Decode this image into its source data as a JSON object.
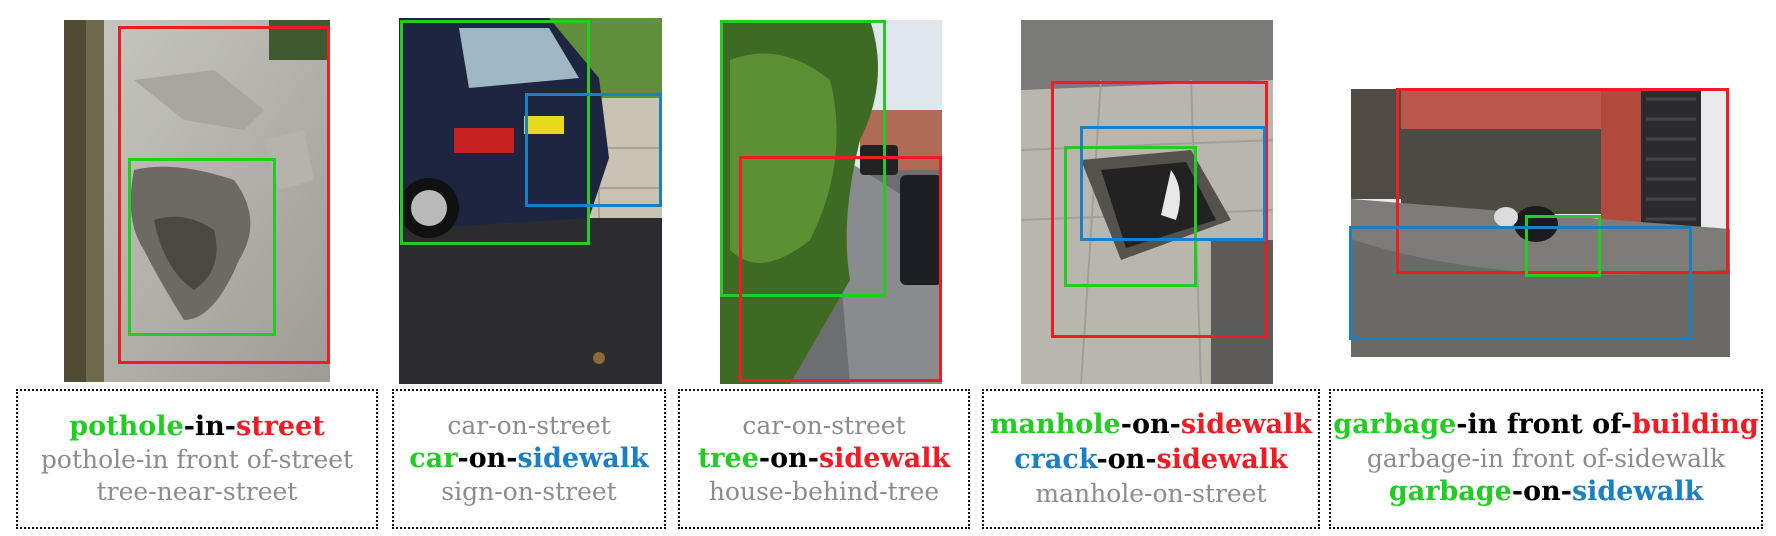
{
  "colors": {
    "subject": "#22cc22",
    "object_primary": "#ee1c25",
    "object_secondary": "#1b7fc4",
    "predicate": "#000000",
    "other": "#8c8c8c"
  },
  "panels": [
    {
      "scene": "pothole-street",
      "boxes": [
        "green-box",
        "red-box"
      ],
      "captions": [
        {
          "highlight": true,
          "subject": "pothole",
          "subject_color": "green",
          "predicate": "in",
          "object": "street",
          "object_color": "red"
        },
        {
          "highlight": false,
          "text": "pothole-in front of-street"
        },
        {
          "highlight": false,
          "text": "tree-near-street"
        }
      ]
    },
    {
      "scene": "car-sidewalk",
      "boxes": [
        "green-box",
        "blue-box"
      ],
      "captions": [
        {
          "highlight": false,
          "text": "car-on-street"
        },
        {
          "highlight": true,
          "subject": "car",
          "subject_color": "green",
          "predicate": "on",
          "object": "sidewalk",
          "object_color": "blue"
        },
        {
          "highlight": false,
          "text": "sign-on-street"
        }
      ]
    },
    {
      "scene": "tree-sidewalk",
      "boxes": [
        "green-box",
        "red-box"
      ],
      "captions": [
        {
          "highlight": false,
          "text": "car-on-street"
        },
        {
          "highlight": true,
          "subject": "tree",
          "subject_color": "green",
          "predicate": "on",
          "object": "sidewalk",
          "object_color": "red"
        },
        {
          "highlight": false,
          "text": "house-behind-tree"
        }
      ]
    },
    {
      "scene": "manhole-sidewalk",
      "boxes": [
        "red-box",
        "green-box",
        "blue-box"
      ],
      "captions": [
        {
          "highlight": true,
          "subject": "manhole",
          "subject_color": "green",
          "predicate": "on",
          "object": "sidewalk",
          "object_color": "red"
        },
        {
          "highlight": true,
          "subject": "crack",
          "subject_color": "blue",
          "predicate": "on",
          "object": "sidewalk",
          "object_color": "red"
        },
        {
          "highlight": false,
          "text": "manhole-on-street"
        }
      ]
    },
    {
      "scene": "garbage-building",
      "boxes": [
        "red-box",
        "green-box",
        "blue-box"
      ],
      "captions": [
        {
          "highlight": true,
          "subject": "garbage",
          "subject_color": "green",
          "predicate": "in front of",
          "object": "building",
          "object_color": "red"
        },
        {
          "highlight": false,
          "text": "garbage-in front of-sidewalk"
        },
        {
          "highlight": true,
          "subject": "garbage",
          "subject_color": "green",
          "predicate": "on",
          "object": "sidewalk",
          "object_color": "blue"
        }
      ]
    }
  ]
}
